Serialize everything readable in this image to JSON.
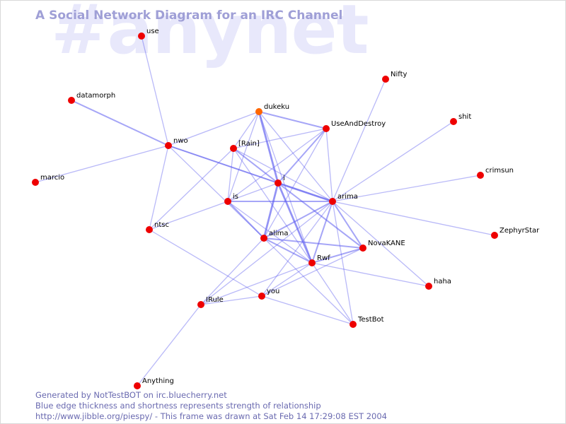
{
  "watermark": "#anynet",
  "title": "A Social Network Diagram for an IRC Channel",
  "colors": {
    "node": "#ee0000",
    "node_highlight": "#ff6600",
    "edge": "#6060f0",
    "watermark": "#e8e8fb",
    "footer_text": "#6a6ab0",
    "title_text": "#9f9fd6"
  },
  "nodes": [
    {
      "id": "use",
      "label": "use"
    },
    {
      "id": "datamorph",
      "label": "datamorph"
    },
    {
      "id": "marcio",
      "label": "marcio"
    },
    {
      "id": "nwo",
      "label": "nwo"
    },
    {
      "id": "dukeku",
      "label": "dukeku",
      "highlight": true
    },
    {
      "id": "UseAndDestroy",
      "label": "UseAndDestroy"
    },
    {
      "id": "Rain",
      "label": "[Rain]"
    },
    {
      "id": "i",
      "label": "i"
    },
    {
      "id": "is",
      "label": "is"
    },
    {
      "id": "arima",
      "label": "arima"
    },
    {
      "id": "ntsc",
      "label": "ntsc"
    },
    {
      "id": "alima",
      "label": "alima"
    },
    {
      "id": "NovaKANE",
      "label": "NovaKANE"
    },
    {
      "id": "Rwf",
      "label": "Rwf"
    },
    {
      "id": "you",
      "label": "you"
    },
    {
      "id": "IRule",
      "label": "IRule"
    },
    {
      "id": "TestBot",
      "label": "TestBot"
    },
    {
      "id": "haha",
      "label": "haha"
    },
    {
      "id": "Anything",
      "label": "Anything"
    },
    {
      "id": "Nifty",
      "label": "Nifty"
    },
    {
      "id": "shit",
      "label": "shit"
    },
    {
      "id": "crimsun",
      "label": "crimsun"
    },
    {
      "id": "ZephyrStar",
      "label": "ZephyrStar"
    }
  ],
  "edges": [
    {
      "source": "use",
      "target": "nwo",
      "weight": 1
    },
    {
      "source": "datamorph",
      "target": "nwo",
      "weight": 2
    },
    {
      "source": "marcio",
      "target": "nwo",
      "weight": 1
    },
    {
      "source": "nwo",
      "target": "dukeku",
      "weight": 1
    },
    {
      "source": "nwo",
      "target": "i",
      "weight": 2
    },
    {
      "source": "nwo",
      "target": "arima",
      "weight": 1
    },
    {
      "source": "nwo",
      "target": "alima",
      "weight": 1
    },
    {
      "source": "nwo",
      "target": "ntsc",
      "weight": 1
    },
    {
      "source": "dukeku",
      "target": "UseAndDestroy",
      "weight": 2
    },
    {
      "source": "dukeku",
      "target": "i",
      "weight": 3
    },
    {
      "source": "dukeku",
      "target": "arima",
      "weight": 1
    },
    {
      "source": "dukeku",
      "target": "Rain",
      "weight": 1
    },
    {
      "source": "dukeku",
      "target": "is",
      "weight": 1
    },
    {
      "source": "dukeku",
      "target": "Rwf",
      "weight": 1
    },
    {
      "source": "UseAndDestroy",
      "target": "i",
      "weight": 2
    },
    {
      "source": "UseAndDestroy",
      "target": "Rain",
      "weight": 1
    },
    {
      "source": "UseAndDestroy",
      "target": "arima",
      "weight": 1
    },
    {
      "source": "UseAndDestroy",
      "target": "is",
      "weight": 1
    },
    {
      "source": "UseAndDestroy",
      "target": "alima",
      "weight": 1
    },
    {
      "source": "Rain",
      "target": "i",
      "weight": 2
    },
    {
      "source": "Rain",
      "target": "arima",
      "weight": 1
    },
    {
      "source": "Rain",
      "target": "is",
      "weight": 1
    },
    {
      "source": "Rain",
      "target": "ntsc",
      "weight": 1
    },
    {
      "source": "Rain",
      "target": "Rwf",
      "weight": 1
    },
    {
      "source": "i",
      "target": "arima",
      "weight": 3
    },
    {
      "source": "i",
      "target": "is",
      "weight": 1
    },
    {
      "source": "i",
      "target": "alima",
      "weight": 3
    },
    {
      "source": "i",
      "target": "Rwf",
      "weight": 3
    },
    {
      "source": "i",
      "target": "NovaKANE",
      "weight": 2
    },
    {
      "source": "is",
      "target": "arima",
      "weight": 2
    },
    {
      "source": "is",
      "target": "alima",
      "weight": 2
    },
    {
      "source": "is",
      "target": "ntsc",
      "weight": 1
    },
    {
      "source": "is",
      "target": "Rwf",
      "weight": 1
    },
    {
      "source": "arima",
      "target": "alima",
      "weight": 2
    },
    {
      "source": "arima",
      "target": "Rwf",
      "weight": 2
    },
    {
      "source": "arima",
      "target": "NovaKANE",
      "weight": 2
    },
    {
      "source": "arima",
      "target": "TestBot",
      "weight": 1
    },
    {
      "source": "arima",
      "target": "haha",
      "weight": 1
    },
    {
      "source": "arima",
      "target": "you",
      "weight": 1
    },
    {
      "source": "arima",
      "target": "IRule",
      "weight": 1
    },
    {
      "source": "arima",
      "target": "Nifty",
      "weight": 1
    },
    {
      "source": "arima",
      "target": "shit",
      "weight": 1
    },
    {
      "source": "arima",
      "target": "crimsun",
      "weight": 1
    },
    {
      "source": "arima",
      "target": "ZephyrStar",
      "weight": 1
    },
    {
      "source": "alima",
      "target": "Rwf",
      "weight": 2
    },
    {
      "source": "alima",
      "target": "NovaKANE",
      "weight": 2
    },
    {
      "source": "alima",
      "target": "TestBot",
      "weight": 1
    },
    {
      "source": "alima",
      "target": "IRule",
      "weight": 1
    },
    {
      "source": "Rwf",
      "target": "NovaKANE",
      "weight": 2
    },
    {
      "source": "Rwf",
      "target": "TestBot",
      "weight": 1
    },
    {
      "source": "Rwf",
      "target": "haha",
      "weight": 1
    },
    {
      "source": "Rwf",
      "target": "you",
      "weight": 1
    },
    {
      "source": "NovaKANE",
      "target": "you",
      "weight": 1
    },
    {
      "source": "ntsc",
      "target": "you",
      "weight": 1
    },
    {
      "source": "you",
      "target": "IRule",
      "weight": 1
    },
    {
      "source": "you",
      "target": "TestBot",
      "weight": 1
    },
    {
      "source": "IRule",
      "target": "Anything",
      "weight": 1
    },
    {
      "source": "IRule",
      "target": "Rwf",
      "weight": 1
    }
  ],
  "footer": {
    "line1": "Generated by NotTestBOT on irc.bluecherry.net",
    "line2": "Blue edge thickness and shortness represents strength of relationship",
    "line3": "http://www.jibble.org/piespy/ - This frame was drawn at Sat Feb 14 17:29:08 EST 2004"
  }
}
